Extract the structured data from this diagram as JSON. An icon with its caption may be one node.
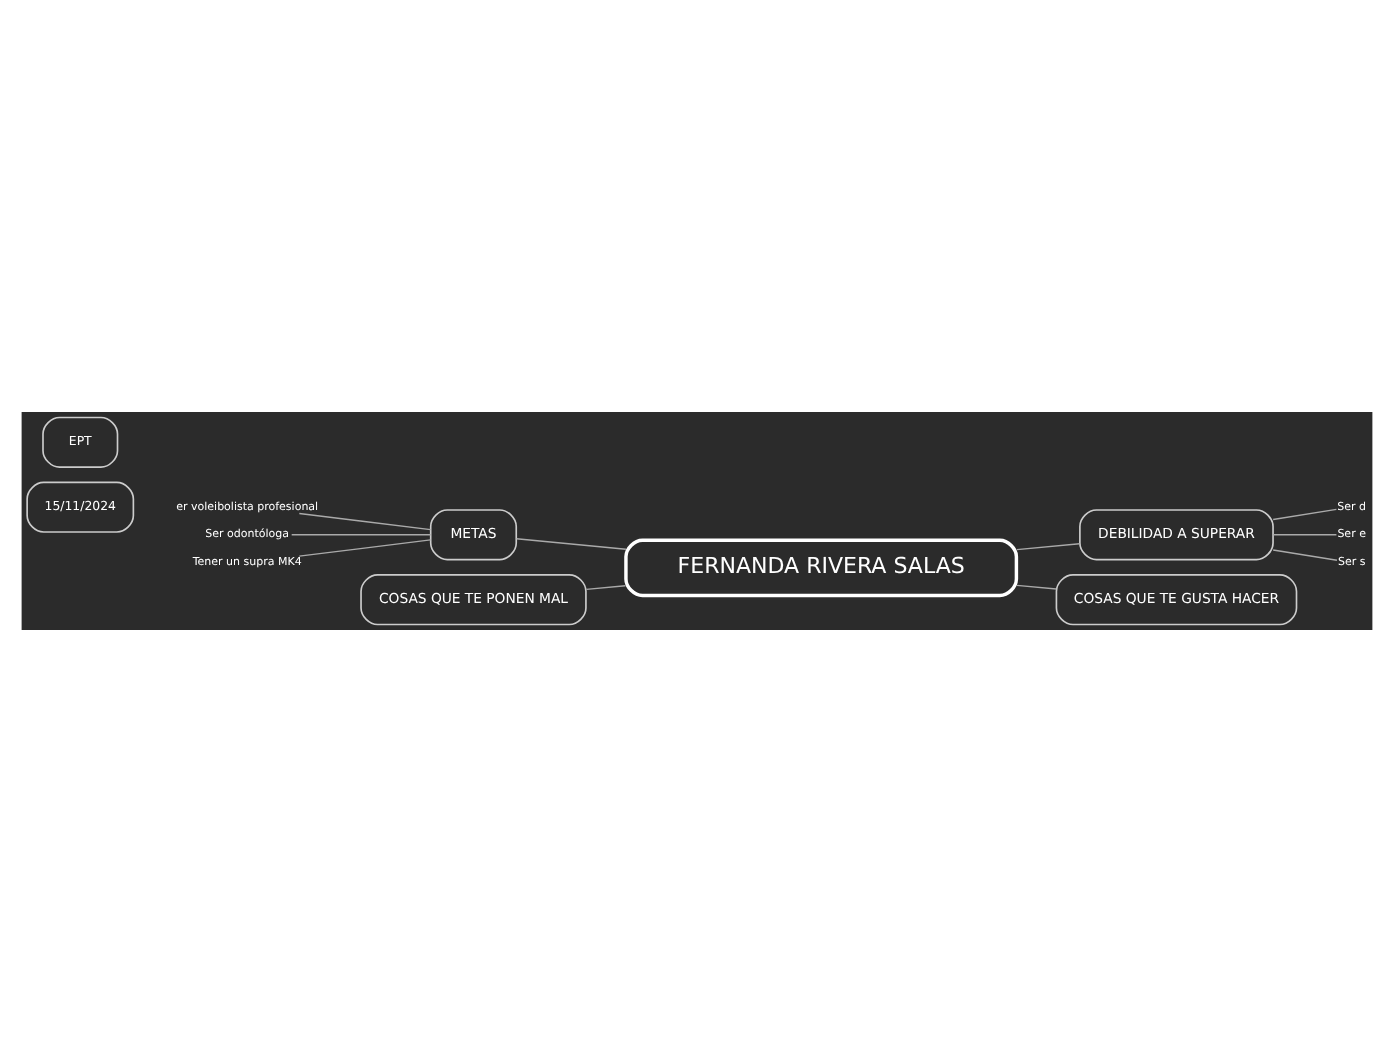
{
  "diagram": {
    "nodes": [
      {
        "text": [
          "EPT"
        ]
      },
      {
        "text": [
          "15/11/2024"
        ]
      },
      {
        "text": [
          "er voleibolista profesional"
        ]
      },
      {
        "text": [
          "Ser odontóloga"
        ]
      },
      {
        "text": [
          "Tener un supra MK4"
        ]
      },
      {
        "text": [
          "METAS"
        ]
      },
      {
        "text": [
          "FERNANDA RIVERA SALAS"
        ]
      },
      {
        "text": [
          "DEBILIDAD A SUPERAR"
        ]
      },
      {
        "text": [
          "Ser d"
        ]
      },
      {
        "text": [
          "Ser e"
        ]
      },
      {
        "text": [
          "Ser s"
        ]
      },
      {
        "text": [
          "COSAS QUE TE PONEN MAL"
        ]
      },
      {
        "text": [
          "COSAS QUE TE GUSTA HACER"
        ]
      }
    ],
    "edges": [
      {
        "from": 6,
        "to": 5,
        "arrow": "none"
      },
      {
        "from": 5,
        "to": 2,
        "arrow": "none"
      },
      {
        "from": 5,
        "to": 3,
        "arrow": "none"
      },
      {
        "from": 5,
        "to": 4,
        "arrow": "none"
      },
      {
        "from": 6,
        "to": 11,
        "arrow": "none"
      },
      {
        "from": 6,
        "to": 7,
        "arrow": "none"
      },
      {
        "from": 7,
        "to": 8,
        "arrow": "none"
      },
      {
        "from": 7,
        "to": 9,
        "arrow": "none"
      },
      {
        "from": 7,
        "to": 10,
        "arrow": "none"
      },
      {
        "from": 6,
        "to": 12,
        "arrow": "none"
      }
    ]
  }
}
